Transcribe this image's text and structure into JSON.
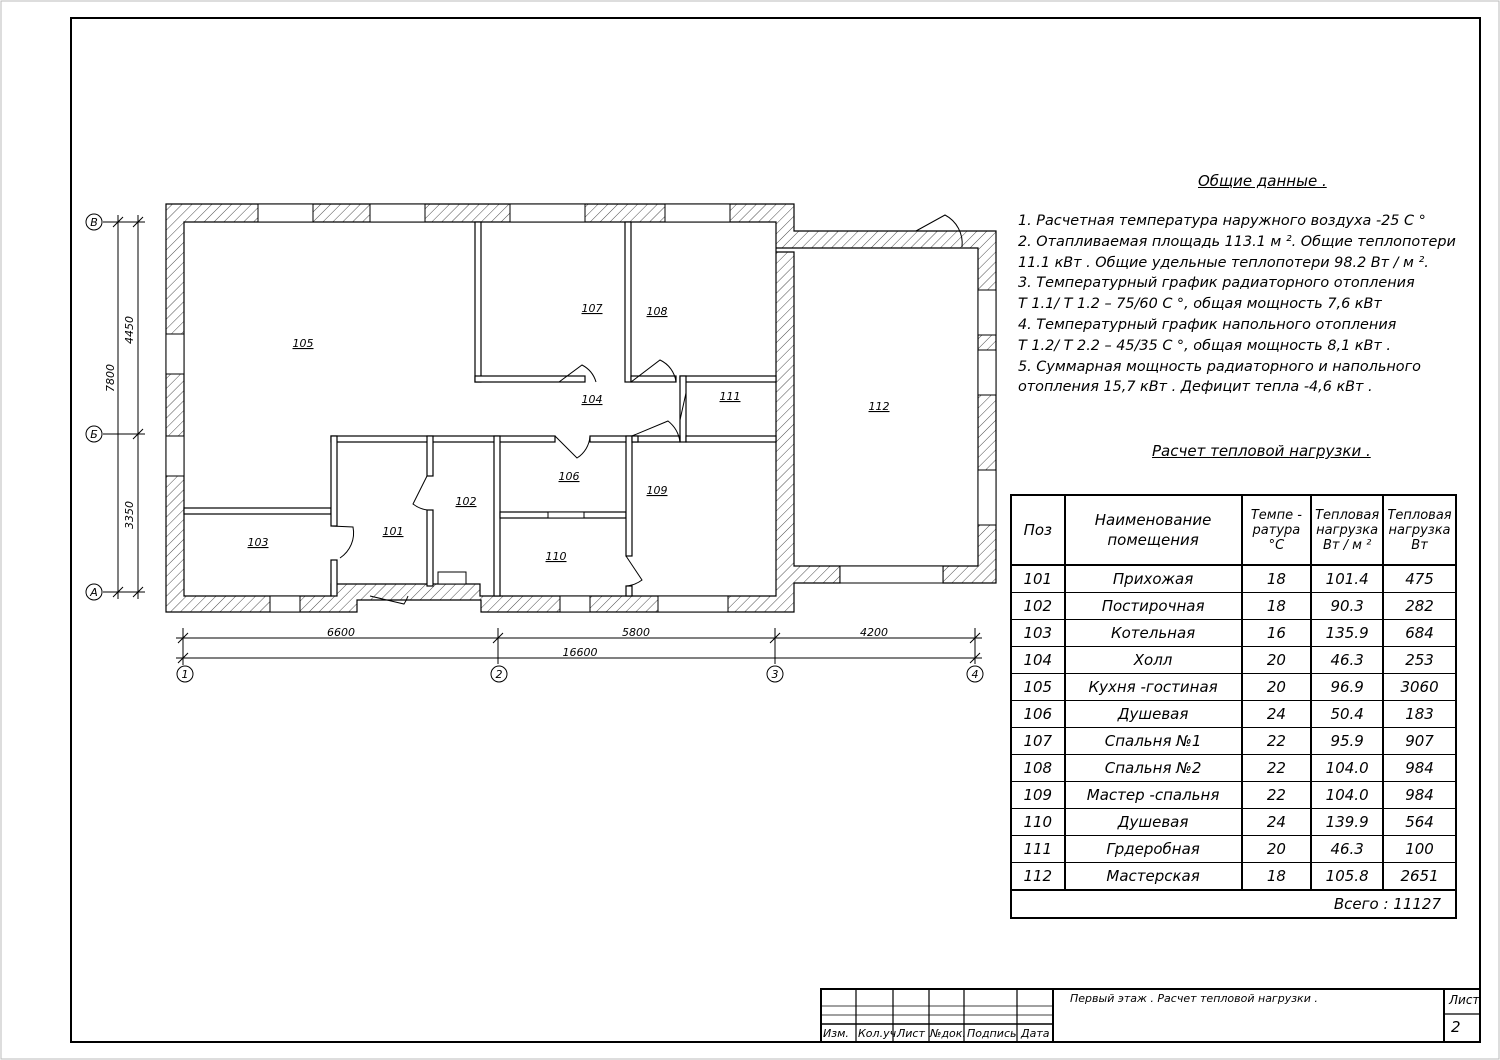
{
  "drawing": {
    "axes_rows": [
      "В",
      "Б",
      "А"
    ],
    "axes_cols": [
      "1",
      "2",
      "3",
      "4"
    ],
    "dims_vertical": [
      "7800",
      "4450",
      "3350"
    ],
    "dims_horizontal": [
      "6600",
      "5800",
      "4200",
      "16600"
    ],
    "rooms": [
      "101",
      "102",
      "103",
      "104",
      "105",
      "106",
      "107",
      "108",
      "109",
      "110",
      "111",
      "112"
    ]
  },
  "notes": {
    "heading": "Общие данные .",
    "lines": [
      "1.  Расчетная температура наружного воздуха  -25  С °",
      "2.  Отапливаемая площадь  113.1 м ². Общие теплопотери",
      "11.1 кВт . Общие удельные теплопотери  98.2  Вт / м ².",
      "3.  Температурный график радиаторного отопления",
      "Т 1.1/ Т 1.2 – 75/60  С °, общая мощность  7,6  кВт",
      "4.  Температурный график напольного отопления",
      "Т 1.2/ Т 2.2 – 45/35  С °, общая мощность  8,1 кВт .",
      "5.  Суммарная мощность радиаторного и напольного",
      "отопления  15,7 кВт . Дефицит тепла  -4,6  кВт ."
    ]
  },
  "table": {
    "heading": "Расчет тепловой нагрузки .",
    "headers": {
      "pos": "Поз",
      "name_1": "Наименование",
      "name_2": "помещения",
      "temp_1": "Темпе -",
      "temp_2": "ратура",
      "temp_3": "°С",
      "spec_1": "Тепловая",
      "spec_2": "нагрузка",
      "spec_3": "Вт / м ²",
      "load_1": "Тепловая",
      "load_2": "нагрузка",
      "load_3": "Вт"
    },
    "rows": [
      {
        "pos": "101",
        "name": "Прихожая",
        "temp": "18",
        "spec": "101.4",
        "load": "475"
      },
      {
        "pos": "102",
        "name": "Постирочная",
        "temp": "18",
        "spec": "90.3",
        "load": "282"
      },
      {
        "pos": "103",
        "name": "Котельная",
        "temp": "16",
        "spec": "135.9",
        "load": "684"
      },
      {
        "pos": "104",
        "name": "Холл",
        "temp": "20",
        "spec": "46.3",
        "load": "253"
      },
      {
        "pos": "105",
        "name": "Кухня -гостиная",
        "temp": "20",
        "spec": "96.9",
        "load": "3060"
      },
      {
        "pos": "106",
        "name": "Душевая",
        "temp": "24",
        "spec": "50.4",
        "load": "183"
      },
      {
        "pos": "107",
        "name": "Спальня №1",
        "temp": "22",
        "spec": "95.9",
        "load": "907"
      },
      {
        "pos": "108",
        "name": "Спальня №2",
        "temp": "22",
        "spec": "104.0",
        "load": "984"
      },
      {
        "pos": "109",
        "name": "Мастер -спальня",
        "temp": "22",
        "spec": "104.0",
        "load": "984"
      },
      {
        "pos": "110",
        "name": "Душевая",
        "temp": "24",
        "spec": "139.9",
        "load": "564"
      },
      {
        "pos": "111",
        "name": "Грдеробная",
        "temp": "20",
        "spec": "46.3",
        "load": "100"
      },
      {
        "pos": "112",
        "name": "Мастерская",
        "temp": "18",
        "spec": "105.8",
        "load": "2651"
      }
    ],
    "total": "Всего :  11127"
  },
  "title_block": {
    "caption": "Первый этаж . Расчет тепловой нагрузки .",
    "sheet_label": "Лист",
    "sheet_number": "2",
    "columns": [
      "Изм.",
      "Кол.уч.",
      "Лист",
      "№док.",
      "Подпись",
      "Дата"
    ]
  }
}
